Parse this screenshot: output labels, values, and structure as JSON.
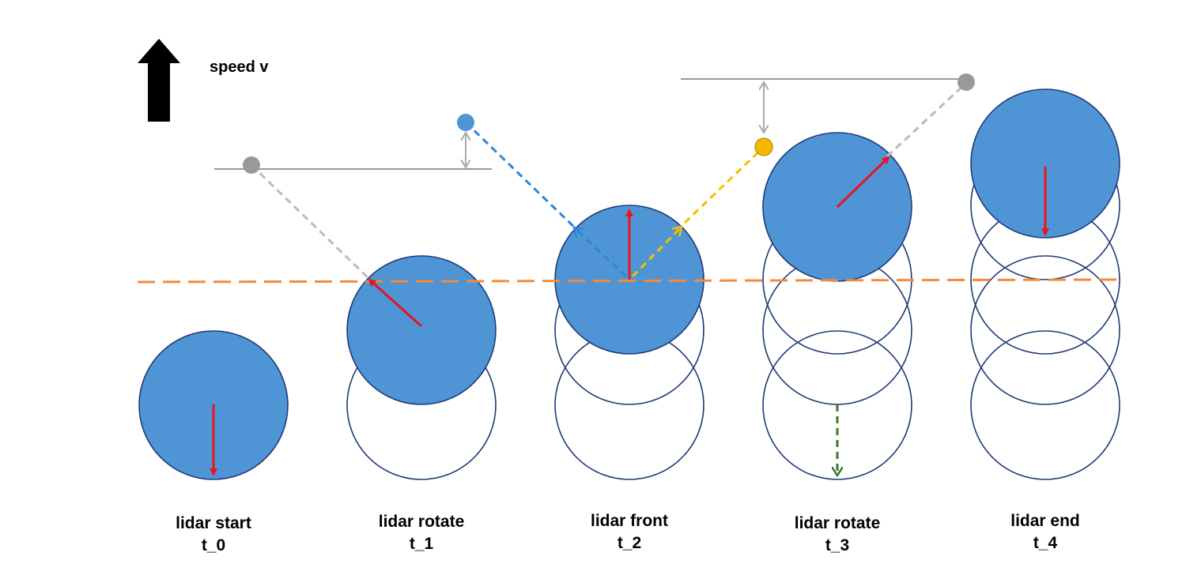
{
  "speed_label": "speed v",
  "stages": [
    {
      "name": "lidar start",
      "time": "t_0"
    },
    {
      "name": "lidar rotate",
      "time": "t_1"
    },
    {
      "name": "lidar front",
      "time": "t_2"
    },
    {
      "name": "lidar rotate",
      "time": "t_3"
    },
    {
      "name": "lidar end",
      "time": "t_4"
    }
  ],
  "colors": {
    "lidar_fill": "#4f95d5",
    "outline": "#1f3a7a",
    "direction_arrow": "#e8141e",
    "reference_line": "#f28a3c",
    "grey_point": "#999999",
    "blue_point": "#4f95d5",
    "yellow_point": "#f5b800",
    "blue_ray": "#2e86d4",
    "yellow_ray": "#f5c000",
    "grey_ray": "#bbbbbb",
    "green_arrow": "#3a7a2a"
  }
}
